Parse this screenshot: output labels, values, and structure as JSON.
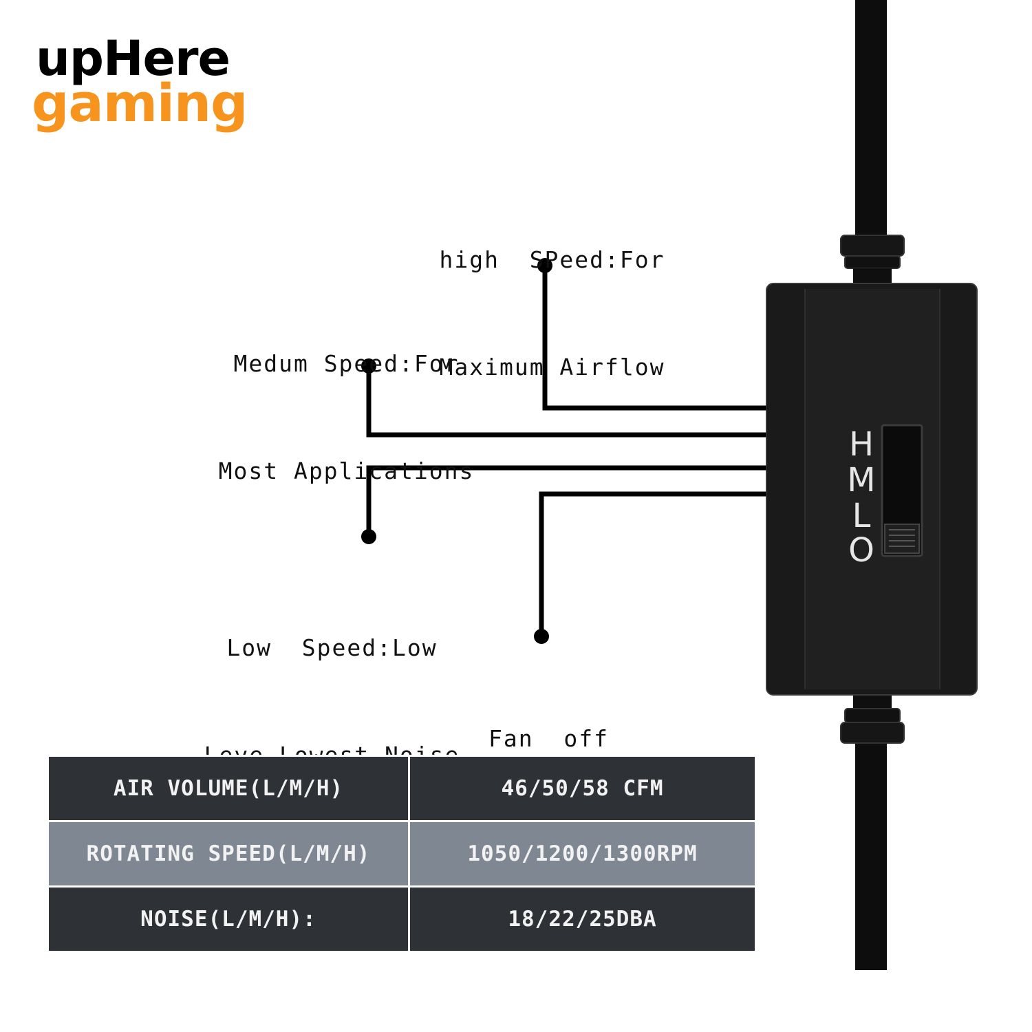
{
  "logo": {
    "top": "upHere",
    "bottom": "gaming",
    "accent_color": "#f7941d"
  },
  "callouts": {
    "high": [
      "high  SPeed:For",
      "Maximum Airflow"
    ],
    "medium": [
      "Medum Speed:For",
      "Most Applications"
    ],
    "low": [
      "Low  Speed:Low",
      "Leve Lowest Noise"
    ],
    "off": [
      "Fan  off"
    ]
  },
  "switch_labels": [
    "H",
    "M",
    "L",
    "O"
  ],
  "specs": [
    {
      "label": "AIR VOLUME(L/M/H)",
      "value": "46/50/58 CFM"
    },
    {
      "label": "ROTATING SPEED(L/M/H)",
      "value": "1050/1200/1300RPM"
    },
    {
      "label": "NOISE(L/M/H):",
      "value": "18/22/25DBA"
    }
  ],
  "colors": {
    "table_dark": "#2e3136",
    "table_light": "#7f8892",
    "device": "#1a1a1a"
  }
}
